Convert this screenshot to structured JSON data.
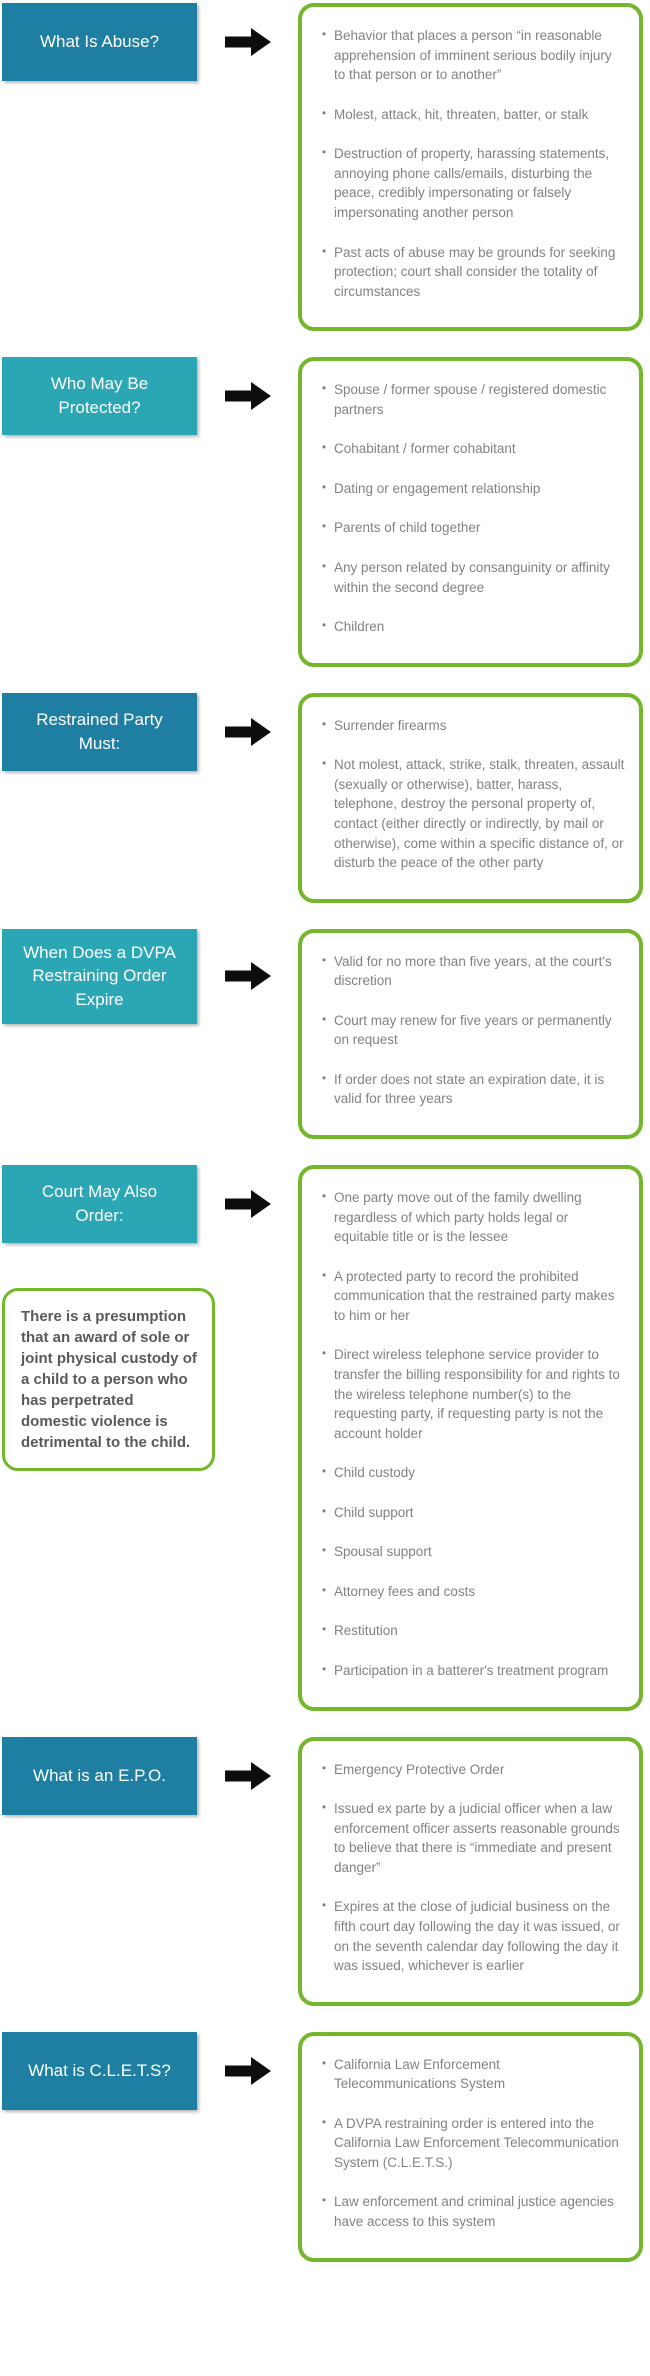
{
  "colors": {
    "teal_dark": "#1e7fa2",
    "teal_light": "#2ba6b5",
    "green_border": "#74b72d",
    "bullet_text": "#808285",
    "note_text": "#58595b",
    "arrow": "#0d0d0d"
  },
  "sections": [
    {
      "id": "what-is-abuse",
      "title": "What Is Abuse?",
      "tone": "dark",
      "bullets": [
        "Behavior that places a person “in reasonable apprehension of imminent serious bodily injury to that person or to another”",
        "Molest, attack, hit, threaten, batter, or stalk",
        "Destruction of property, harassing statements, annoying phone calls/emails, disturbing the peace, credibly impersonating or falsely impersonating another person",
        "Past acts of abuse may be grounds for seeking protection; court shall consider the totality of circumstances"
      ]
    },
    {
      "id": "who-may-be-protected",
      "title": "Who May Be Protected?",
      "tone": "light",
      "bullets": [
        "Spouse / former spouse / registered domestic partners",
        "Cohabitant / former cohabitant",
        "Dating or engagement relationship",
        "Parents of child together",
        "Any person related by consanguinity or affinity within the second degree",
        "Children"
      ]
    },
    {
      "id": "restrained-party-must",
      "title": "Restrained Party Must:",
      "tone": "dark",
      "bullets": [
        "Surrender firearms",
        "Not molest, attack, strike, stalk, threaten, assault (sexually or otherwise), batter, harass, telephone, destroy the personal property of, contact (either directly or indirectly, by mail or otherwise), come within a specific distance of, or disturb the peace of the other party"
      ]
    },
    {
      "id": "when-does-order-expire",
      "title": "When Does a DVPA Restraining Order Expire",
      "tone": "light",
      "bullets": [
        "Valid for no more than five years, at the court's discretion",
        "Court may renew for five years or permanently on request",
        "If order does not state an expiration date, it is valid for three years"
      ]
    },
    {
      "id": "court-may-also-order",
      "title": "Court May Also Order:",
      "tone": "light",
      "note": "There is a presumption that an award of sole or joint physical custody of a child to a person who has perpetrated domestic violence is detrimental to the child.",
      "bullets": [
        "One party move out of the family dwelling regardless of which party holds legal or equitable title or is the lessee",
        "A protected party to record the prohibited communication that the restrained party makes to him or her",
        "Direct wireless telephone service provider to transfer the billing responsibility for and rights to the wireless telephone number(s) to the requesting party, if requesting party is not the account holder",
        "Child custody",
        "Child support",
        "Spousal support",
        "Attorney fees and costs",
        "Restitution",
        "Participation in a batterer's treatment program"
      ]
    },
    {
      "id": "what-is-an-epo",
      "title": "What is an E.P.O.",
      "tone": "dark",
      "bullets": [
        "Emergency Protective Order",
        "Issued ex parte by a judicial officer when a law enforcement officer asserts reasonable grounds to believe that there is “immediate and present danger”",
        "Expires at the close of judicial business on the fifth court day following the day it was issued, or on the seventh calendar day following the day it was issued, whichever is earlier"
      ]
    },
    {
      "id": "what-is-clets",
      "title": "What is C.L.E.T.S?",
      "tone": "dark",
      "bullets": [
        "California Law Enforcement Telecommunications System",
        "A DVPA restraining order is entered into the California Law Enforcement Telecommunication System (C.L.E.T.S.)",
        "Law enforcement and criminal justice agencies have access to this system"
      ]
    }
  ]
}
